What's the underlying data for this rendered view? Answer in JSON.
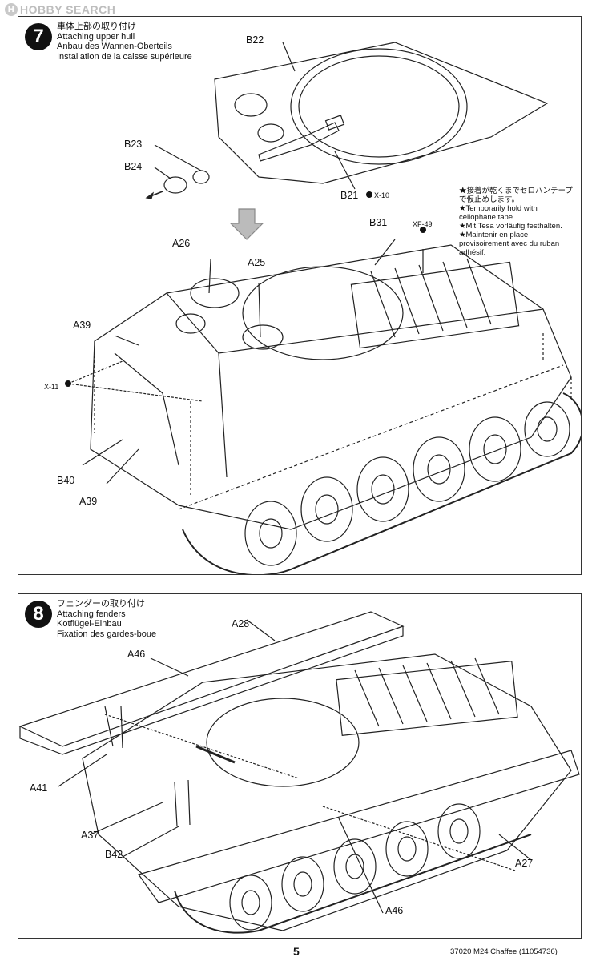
{
  "watermark": {
    "text": "HOBBY SEARCH"
  },
  "step7": {
    "number": "7",
    "title_ja": "車体上部の取り付け",
    "title_en": "Attaching upper hull",
    "title_de": "Anbau des Wannen-Oberteils",
    "title_fr": "Installation de la caisse supérieure",
    "labels": {
      "b22": "B22",
      "b23": "B23",
      "b24": "B24",
      "b21": "B21",
      "x10": "X-10",
      "b31": "B31",
      "xf49": "XF-49",
      "a26": "A26",
      "a25": "A25",
      "a39_top": "A39",
      "x11": "X-11",
      "b40": "B40",
      "a39_bottom": "A39"
    },
    "note": [
      "★接着が乾くまでセロハンテープ",
      "で仮止めします。",
      "★Temporarily hold with",
      "cellophane tape.",
      "★Mit Tesa vorläufig festhalten.",
      "★Maintenir en place",
      "provisoirement avec du ruban",
      "adhésif."
    ]
  },
  "step8": {
    "number": "8",
    "title_ja": "フェンダーの取り付け",
    "title_en": "Attaching fenders",
    "title_de": "Kotflügel-Einbau",
    "title_fr": "Fixation des gardes-boue",
    "labels": {
      "a28": "A28",
      "a46_top": "A46",
      "a41": "A41",
      "a37": "A37",
      "b42": "B42",
      "a27": "A27",
      "a46_bottom": "A46"
    }
  },
  "footer": {
    "page": "5",
    "code": "37020  M24 Chaffee (11054736)"
  }
}
